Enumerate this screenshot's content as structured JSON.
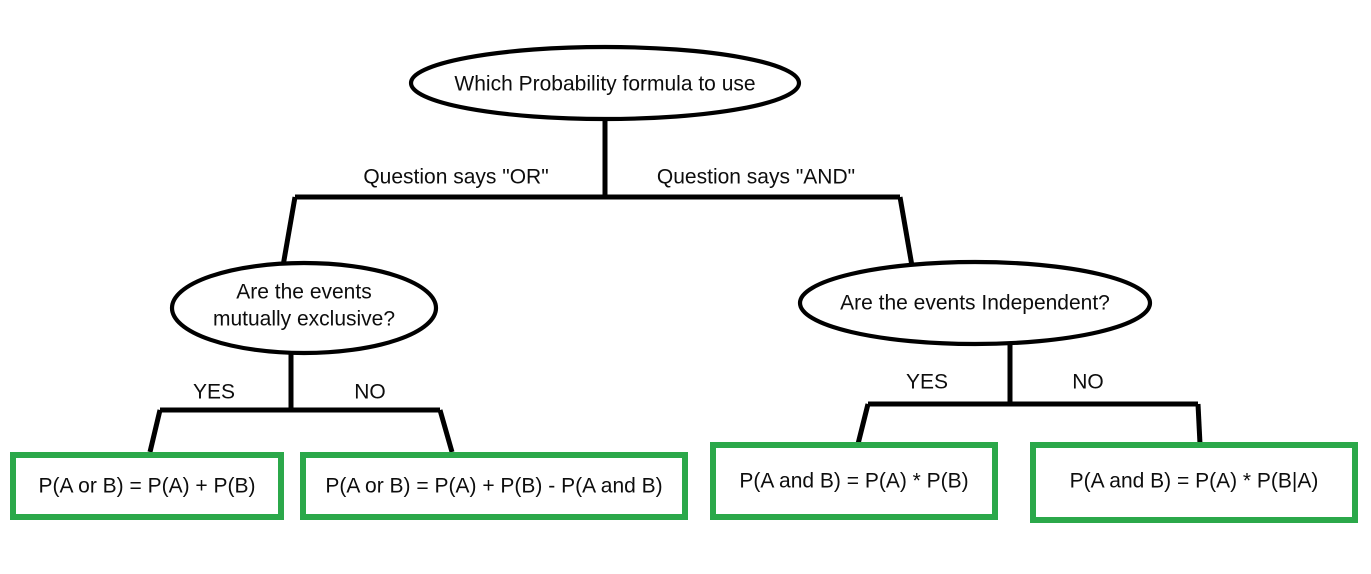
{
  "diagram": {
    "title": "Which Probability formula to use",
    "type": "decision-tree",
    "colors": {
      "node_stroke": "#000000",
      "formula_border": "#2ba84a",
      "background": "#ffffff",
      "text": "#0d0d0d"
    },
    "root": {
      "id": "root",
      "label": "Which Probability formula to use"
    },
    "edges_from_root": [
      {
        "id": "edge-or",
        "label": "Question says \"OR\""
      },
      {
        "id": "edge-and",
        "label": "Question says \"AND\""
      }
    ],
    "decisions": [
      {
        "id": "decision-mutually-exclusive",
        "label_line1": "Are the events",
        "label_line2": "mutually exclusive?",
        "label_full": "Are the events mutually exclusive?"
      },
      {
        "id": "decision-independent",
        "label_line1": "Are the events Independent?",
        "label_line2": "",
        "label_full": "Are the events Independent?"
      }
    ],
    "branch_labels": {
      "left_yes": "YES",
      "left_no": "NO",
      "right_yes": "YES",
      "right_no": "NO"
    },
    "formulas": [
      {
        "id": "formula-or-mutually-exclusive",
        "text": "P(A or B) = P(A) + P(B)"
      },
      {
        "id": "formula-or-not-mutually-exclusive",
        "text": "P(A or B) = P(A) + P(B) - P(A and B)"
      },
      {
        "id": "formula-and-independent",
        "text": "P(A and B) = P(A) * P(B)"
      },
      {
        "id": "formula-and-dependent",
        "text": "P(A and B) = P(A) * P(B|A)"
      }
    ]
  }
}
